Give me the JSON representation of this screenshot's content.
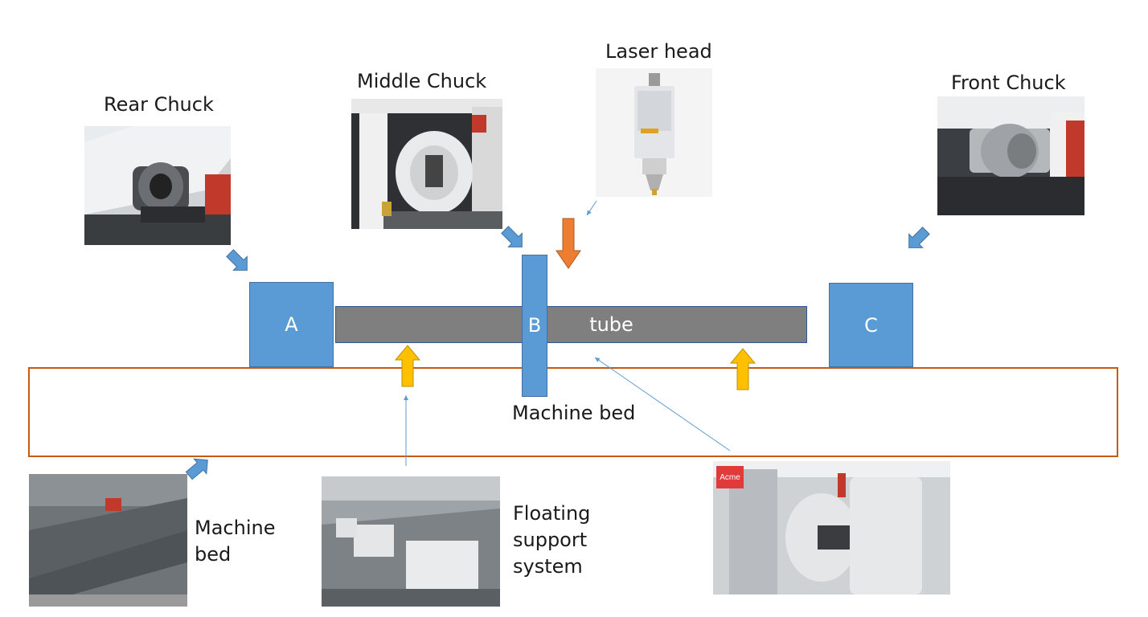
{
  "labels": {
    "rear_chuck": "Rear Chuck",
    "middle_chuck": "Middle Chuck",
    "laser_head": "Laser head",
    "front_chuck": "Front Chuck",
    "machine_bed_center": "Machine bed",
    "machine_bed_photo": "Machine\nbed",
    "floating_support": "Floating\nsupport\nsystem"
  },
  "blocks": {
    "a": "A",
    "b": "B",
    "c": "C",
    "tube": "tube"
  },
  "photo_badge": "Acme",
  "colors": {
    "chuck_block": "#5b9bd5",
    "tube": "#7f7f7f",
    "bed_outline": "#c55a11",
    "laser_arrow": "#ed7d31",
    "support_arrow": "#ffc000",
    "pointer_arrow": "#5b9bd5"
  }
}
